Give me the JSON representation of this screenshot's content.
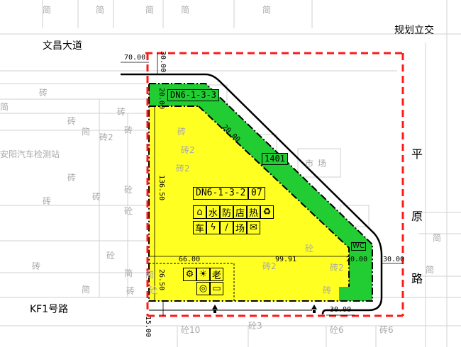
{
  "roads": {
    "north": "文昌大道",
    "east_top": "规划立交",
    "east_chars": [
      "平",
      "原",
      "路"
    ],
    "south": "KF1号路"
  },
  "parcels": {
    "green_strip": {
      "code": "DN6-1-3-3",
      "label": "1401",
      "color": "#22cc33"
    },
    "main": {
      "code": "DN6-1-3-2",
      "suffix": "07",
      "color": "#ffff22"
    }
  },
  "facility_icons": {
    "row1": [
      "home-icon",
      "水",
      "防",
      "店",
      "热",
      "recycle-icon"
    ],
    "row2": [
      "车",
      "lightning-icon",
      "slash-icon",
      "场",
      "mail-icon"
    ],
    "sub": [
      "gear-icon",
      "sun-icon",
      "老",
      "target-icon",
      "rect-icon"
    ]
  },
  "wc_label": "WC",
  "dimensions": {
    "top_left": "70.00",
    "top_right": "30.00",
    "green_width_w": "20.00",
    "green_width_diag": "20.00",
    "west_height": "136.50",
    "sub_width": "66.00",
    "main_width": "99.91",
    "sub_height": "26.50",
    "green_width_e": "20.00",
    "east_offset": "30.00",
    "south_right": "30.00",
    "south_left": "15.00"
  },
  "background_labels": [
    "简",
    "简",
    "简",
    "简",
    "简",
    "砖",
    "砖",
    "简",
    "砖2",
    "砖",
    "砖",
    "简",
    "安阳汽车检测站",
    "砖2",
    "砖2",
    "砖",
    "砼",
    "砖",
    "砖",
    "砖",
    "砼",
    "简",
    "简",
    "简",
    "砼",
    "砖2",
    "砖2",
    "砼",
    "砖",
    "砖",
    "砼3",
    "砼10",
    "砼6",
    "砖6",
    "简",
    "简",
    "市",
    "场",
    "砼",
    "砖"
  ]
}
